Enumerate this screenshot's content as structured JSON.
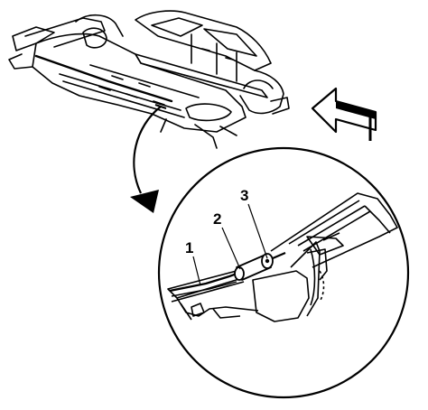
{
  "callouts": [
    {
      "id": "1",
      "label": "1"
    },
    {
      "id": "2",
      "label": "2"
    },
    {
      "id": "3",
      "label": "3"
    }
  ],
  "colors": {
    "line": "#000000",
    "paper": "#ffffff",
    "hatch": "#222222"
  }
}
